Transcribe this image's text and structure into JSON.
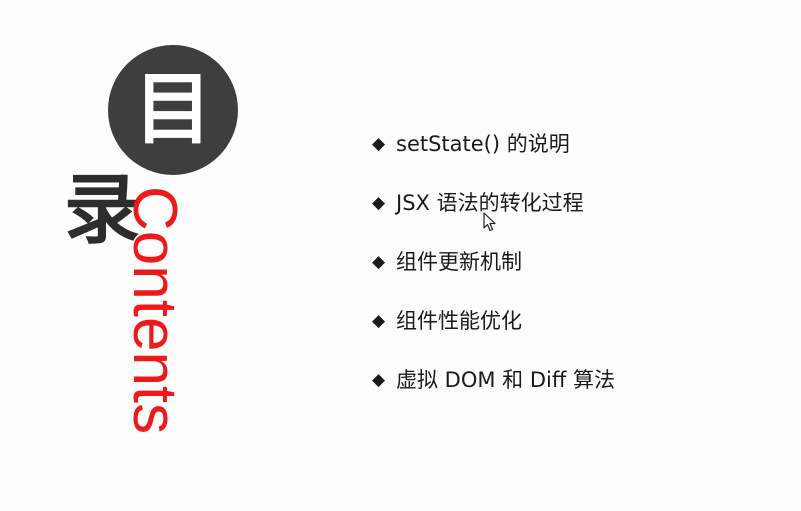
{
  "heading": {
    "circle_char": "目",
    "big_char": "录",
    "english": "Contents"
  },
  "menu": {
    "bullet_icon": "diamond-bullet-icon",
    "bullet_glyph": "◆",
    "items": [
      {
        "label": "setState() 的说明"
      },
      {
        "label": "JSX 语法的转化过程"
      },
      {
        "label": "组件更新机制"
      },
      {
        "label": "组件性能优化"
      },
      {
        "label": "虚拟 DOM 和 Diff 算法"
      }
    ]
  },
  "colors": {
    "circle": "#3e3e3e",
    "english_title": "#ee1a1a",
    "text": "#1a1a1a"
  }
}
